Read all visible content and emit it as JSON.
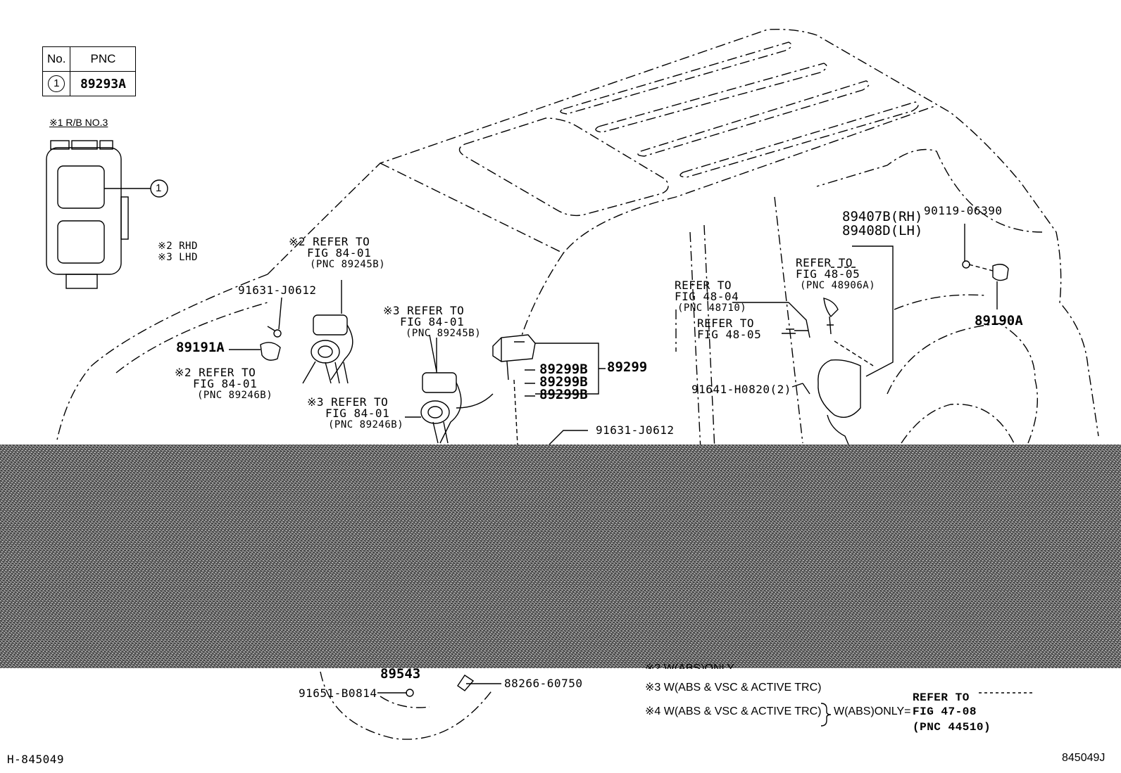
{
  "pnc_table": {
    "header_no": "No.",
    "header_pnc": "PNC",
    "row_no": "1",
    "row_pnc": "89293A"
  },
  "rb_label": "※1 R/B NO.3",
  "relay_callout": "1",
  "notes_rhd": "※2 RHD",
  "notes_lhd": "※3 LHD",
  "labels": {
    "ref2_a": [
      "※2 REFER TO",
      "FIG 84-01",
      "(PNC 89245B)"
    ],
    "ref2_b": [
      "※2 REFER TO",
      "FIG 84-01",
      "(PNC 89246B)"
    ],
    "ref3_a": [
      "※3 REFER TO",
      "FIG 84-01",
      "(PNC 89245B)"
    ],
    "ref3_b": [
      "※3 REFER TO",
      "FIG 84-01",
      "(PNC 89246B)"
    ],
    "p91631_top": "91631-J0612",
    "p89191A": "89191A",
    "p89299B_1": "89299B",
    "p89299B_2": "89299B",
    "p89299B_3": "89299B",
    "p89299": "89299",
    "p91631_mid": "91631-J0612",
    "ref48_04": [
      "REFER TO",
      "FIG 48-04",
      "(PNC 48710)"
    ],
    "ref48_05a": [
      "REFER TO",
      "FIG 48-05",
      "(PNC 48906A)"
    ],
    "ref48_05b": [
      "REFER TO",
      "FIG 48-05"
    ],
    "p89407B": "89407B(RH)",
    "p89408D": "89408D(LH)",
    "p90119": "90119-06390",
    "p89190A": "89190A",
    "p91641": "91641-H0820(2)",
    "p89543": "89543",
    "p91651": "91651-B0814",
    "p88266": "88266-60750"
  },
  "footnotes": {
    "n2_partial": "※2   W(ABS)ONLY",
    "n3": "※3   W(ABS & VSC & ACTIVE TRC)",
    "n4": "※4   W(ABS & VSC & ACTIVE TRC)",
    "n4_tail": "W(ABS)ONLY=",
    "refer": [
      "REFER TO",
      "FIG 47-08",
      "(PNC 44510)"
    ]
  },
  "footer_left": "H-845049",
  "footer_right": "845049J"
}
